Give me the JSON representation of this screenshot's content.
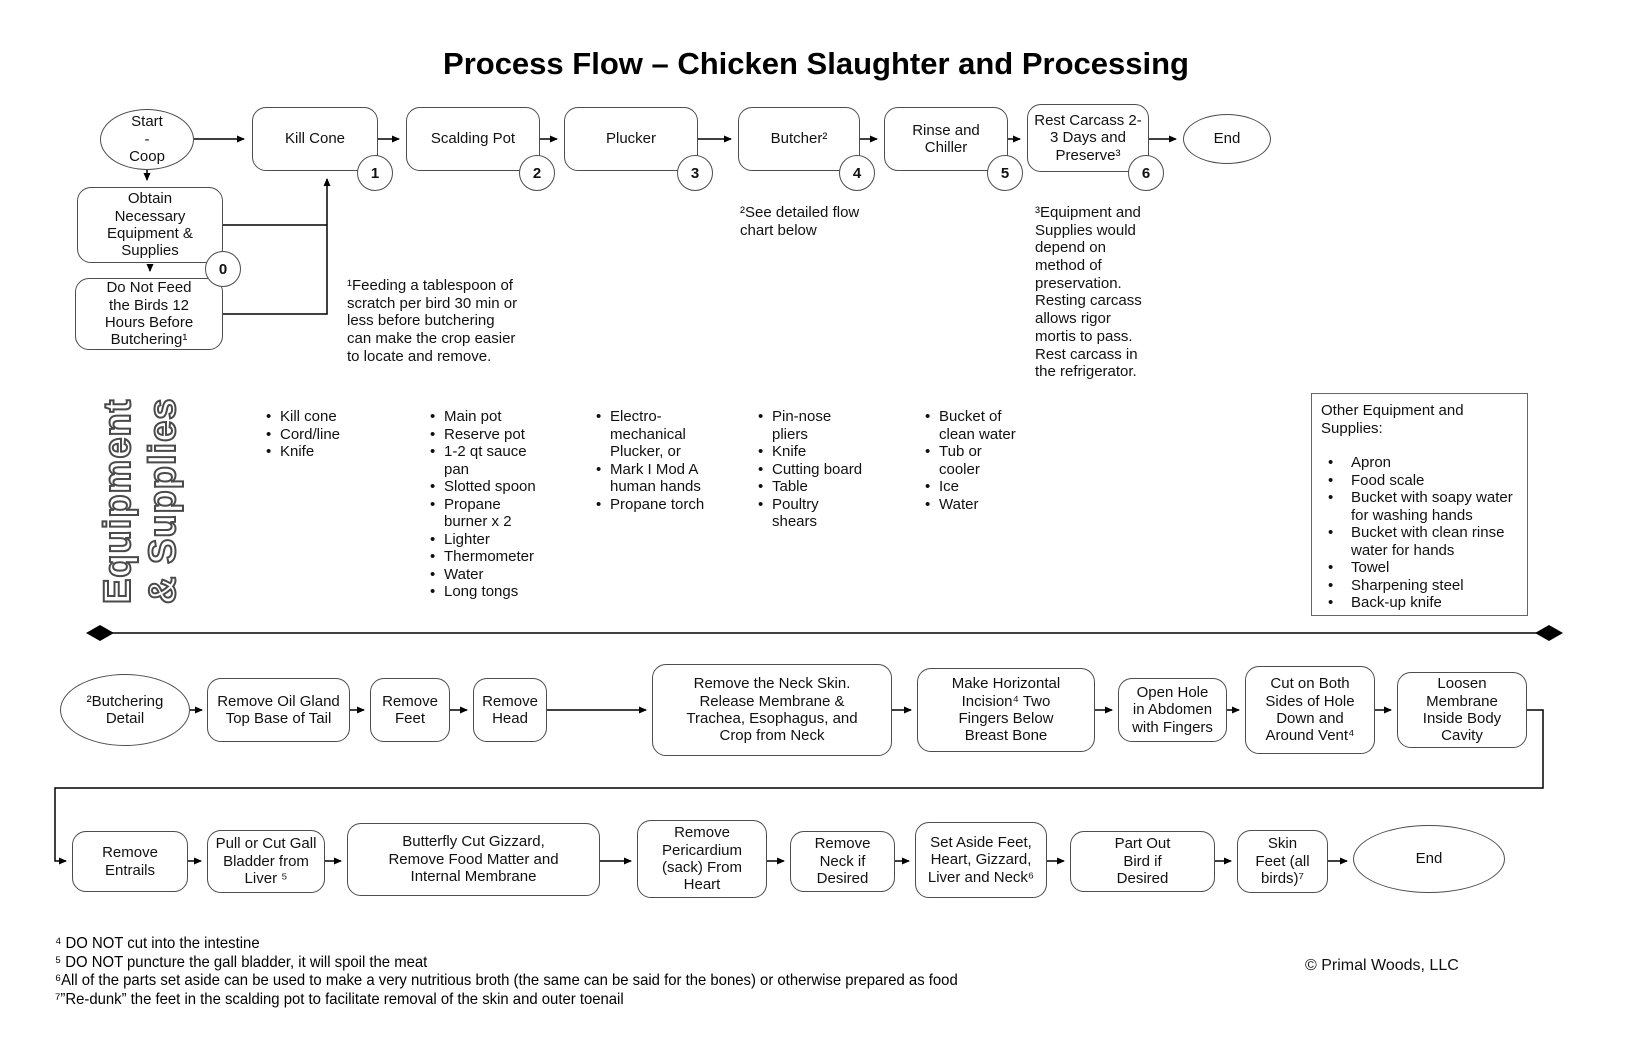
{
  "title": "Process Flow – Chicken Slaughter and Processing",
  "main_flow": {
    "start": "Start\n-\nCoop",
    "steps": [
      {
        "label": "Kill Cone",
        "num": "1"
      },
      {
        "label": "Scalding Pot",
        "num": "2"
      },
      {
        "label": "Plucker",
        "num": "3"
      },
      {
        "label": "Butcher²",
        "num": "4"
      },
      {
        "label": "Rinse and Chiller",
        "num": "5"
      },
      {
        "label": "Rest Carcass 2-3 Days and Preserve³",
        "num": "6"
      }
    ],
    "end": "End",
    "prep1": "Obtain Necessary Equipment & Supplies",
    "prep1_num": "0",
    "prep2": "Do Not Feed the Birds 12 Hours Before Butchering¹",
    "note1": "¹Feeding a tablespoon of scratch per bird 30 min or less before butchering can make the crop easier to locate and remove.",
    "note2": "²See detailed flow chart below",
    "note3": "³Equipment and Supplies would depend on method of preservation. Resting carcass allows rigor mortis to pass. Rest carcass in the refrigerator."
  },
  "equipment": {
    "sidebar_line1": "Equipment",
    "sidebar_line2": "& Supplies",
    "columns": [
      {
        "items": [
          "Kill cone",
          "Cord/line",
          "Knife"
        ]
      },
      {
        "items": [
          "Main pot",
          "Reserve pot",
          "1-2 qt sauce pan",
          "Slotted spoon",
          "Propane burner x 2",
          "Lighter",
          "Thermometer",
          "Water",
          "Long tongs"
        ]
      },
      {
        "items": [
          "Electro-mechanical Plucker, or",
          "Mark I Mod A human hands",
          "Propane torch"
        ]
      },
      {
        "items": [
          "Pin-nose pliers",
          "Knife",
          "Cutting board",
          "Table",
          "Poultry shears"
        ]
      },
      {
        "items": [
          "Bucket of clean water",
          "Tub or cooler",
          "Ice",
          "Water"
        ]
      }
    ],
    "other": {
      "title": "Other Equipment and Supplies:",
      "items": [
        "Apron",
        "Food scale",
        "Bucket with soapy water for washing hands",
        "Bucket with clean rinse water for hands",
        "Towel",
        "Sharpening steel",
        "Back-up knife"
      ]
    }
  },
  "detail_flow": {
    "start": "²Butchering Detail",
    "row1": [
      "Remove Oil Gland Top Base of Tail",
      "Remove Feet",
      "Remove Head",
      "Remove the Neck Skin. Release Membrane & Trachea, Esophagus, and Crop from Neck",
      "Make Horizontal Incision⁴ Two Fingers Below Breast Bone",
      "Open Hole in Abdomen with Fingers",
      "Cut on Both Sides of Hole Down and Around Vent⁴",
      "Loosen Membrane Inside Body Cavity"
    ],
    "row2": [
      "Remove Entrails",
      "Pull or Cut Gall Bladder from Liver ⁵",
      "Butterfly Cut Gizzard, Remove Food Matter and Internal Membrane",
      "Remove Pericardium (sack) From Heart",
      "Remove Neck if Desired",
      "Set Aside Feet, Heart, Gizzard, Liver and Neck⁶",
      "Part Out Bird if Desired",
      "Skin Feet (all birds)⁷"
    ],
    "end": "End"
  },
  "footnotes": [
    "⁴ DO NOT cut into the intestine",
    "⁵ DO NOT puncture the gall bladder, it will spoil the meat",
    "⁶All of the parts set aside can be used to make a very nutritious broth (the same can be said for the bones) or otherwise prepared as food",
    "⁷”Re-dunk” the feet in the scalding pot to facilitate removal of the skin and outer toenail"
  ],
  "copyright": "© Primal Woods, LLC",
  "colors": {
    "ink": "#111111",
    "line": "#000000",
    "node_border": "#4d4d4d"
  }
}
